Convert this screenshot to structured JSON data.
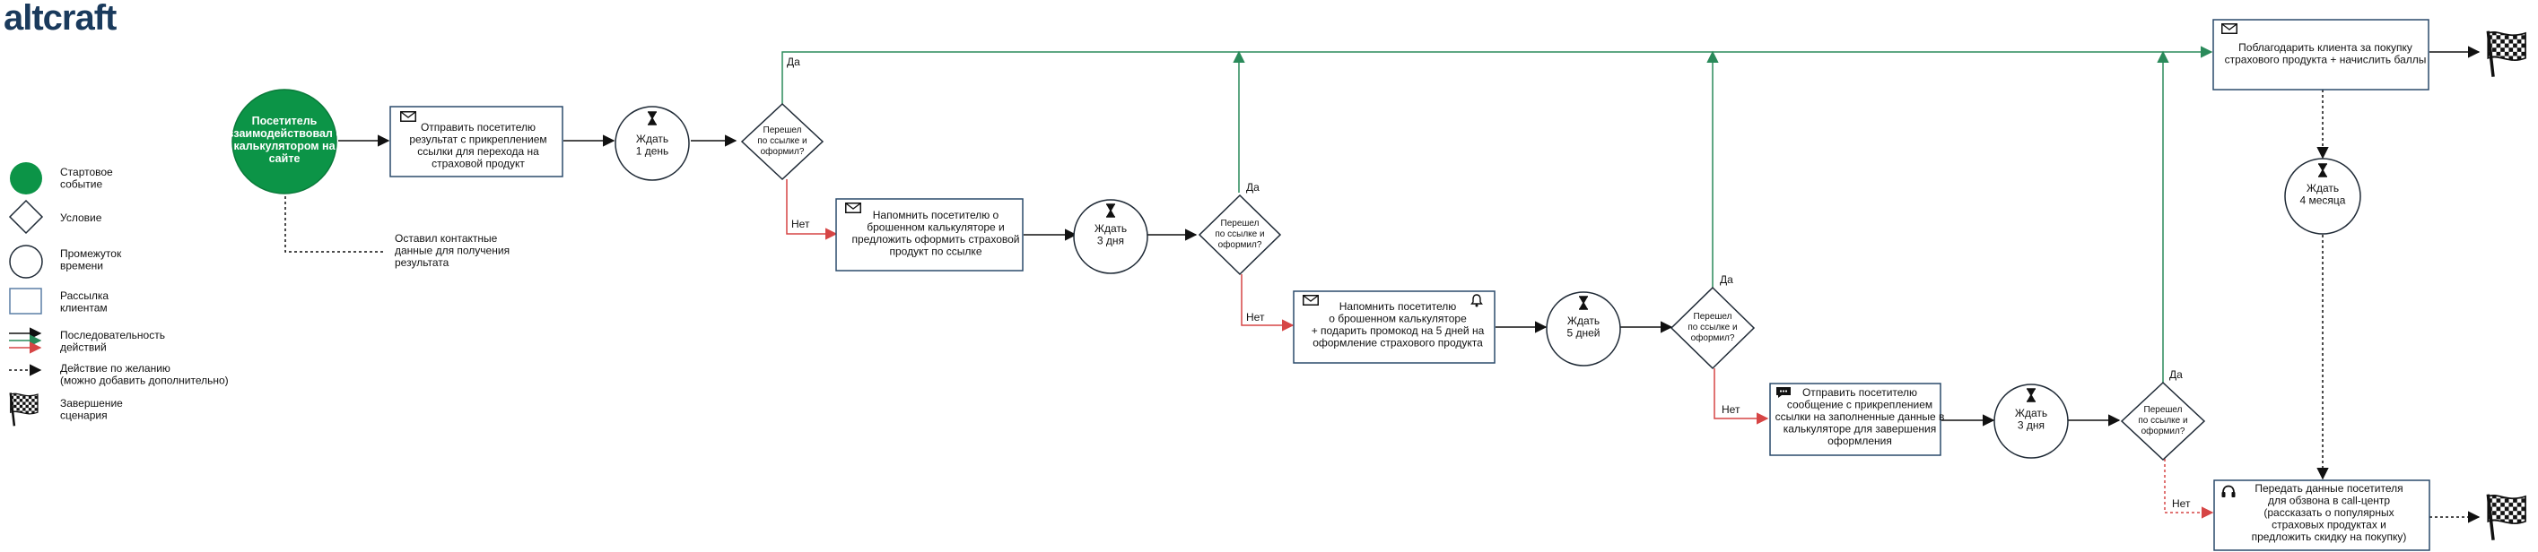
{
  "logo": {
    "text": "altcraft"
  },
  "legend": {
    "start_event": [
      "Стартовое",
      "событие"
    ],
    "condition": [
      "Условие"
    ],
    "interval": [
      "Промежуток",
      "времени"
    ],
    "mailing": [
      "Рассылка",
      "клиентам"
    ],
    "sequence": [
      "Последовательность",
      "действий"
    ],
    "optional": [
      "Действие по желанию",
      "(можно добавить дополнительно)"
    ],
    "end": [
      "Завершение",
      "сценария"
    ]
  },
  "start": {
    "lines": [
      "Посетитель",
      "взаимодействовал с",
      "калькулятором на",
      "сайте"
    ]
  },
  "note_contacts": {
    "lines": [
      "Оставил контактные",
      "данные для получения",
      "результата"
    ]
  },
  "tasks": {
    "t1": [
      "Отправить посетителю",
      "результат с прикреплением",
      "ссылки для перехода на",
      "страховой продукт"
    ],
    "t2": [
      "Напомнить посетителю о",
      "брошенном калькуляторе и",
      "предложить оформить страховой",
      "продукт по ссылке"
    ],
    "t3": [
      "Напомнить посетителю",
      "о брошенном калькуляторе",
      "+ подарить промокод на 5 дней на",
      "оформление страхового продукта"
    ],
    "t4": [
      "Отправить посетителю",
      "сообщение с прикреплением",
      "ссылки на заполненные данные в",
      "калькуляторе для завершения",
      "оформления"
    ],
    "thank": [
      "Поблагодарить клиента за покупку",
      "страхового продукта + начислить баллы"
    ],
    "callcenter": [
      "Передать данные посетителя",
      "для обзвона в call-центр",
      "(рассказать о популярных",
      "страховых продуктах и",
      "предложить скидку на покупку)"
    ]
  },
  "waits": {
    "w1": [
      "Ждать",
      "1 день"
    ],
    "w2": [
      "Ждать",
      "3 дня"
    ],
    "w3": [
      "Ждать",
      "5 дней"
    ],
    "w4": [
      "Ждать",
      "3 дня"
    ],
    "w5": [
      "Ждать",
      "4 месяца"
    ]
  },
  "gateway": {
    "lines": [
      "Перешел",
      "по ссылке и",
      "оформил?"
    ]
  },
  "labels": {
    "yes": "Да",
    "no": "Нет"
  },
  "colors": {
    "start_fill": "#0c9447",
    "yes_line": "#2a8a5a",
    "no_line": "#d64545",
    "node_stroke": "#1f2a36",
    "box_stroke": "#2a4a6b",
    "legend_box": "#5b7fa6"
  },
  "icons": {
    "mail": "envelope-icon",
    "bell": "bell-icon",
    "chat": "chat-icon",
    "headset": "headset-icon",
    "hourglass": "hourglass-icon",
    "finish": "checkered-flag-icon"
  }
}
